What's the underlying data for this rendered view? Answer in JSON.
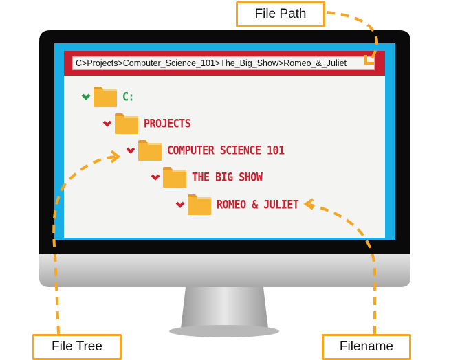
{
  "file_path": "C>Projects>Computer_Science_101>The_Big_Show>Romeo_&_Juliet",
  "tree": [
    {
      "label": "C:",
      "color": "#2a9a4a"
    },
    {
      "label": "PROJECTS",
      "color": "#c8202f"
    },
    {
      "label": "COMPUTER SCIENCE 101",
      "color": "#c8202f"
    },
    {
      "label": "THE BIG SHOW",
      "color": "#c8202f"
    },
    {
      "label": "ROMEO & JULIET",
      "color": "#c8202f"
    }
  ],
  "callouts": {
    "file_path": "File Path",
    "file_tree": "File Tree",
    "filename": "Filename"
  },
  "colors": {
    "accent": "#f5a623",
    "header": "#c8202f",
    "screen_border": "#1aaee6",
    "folder": "#f7b536"
  }
}
